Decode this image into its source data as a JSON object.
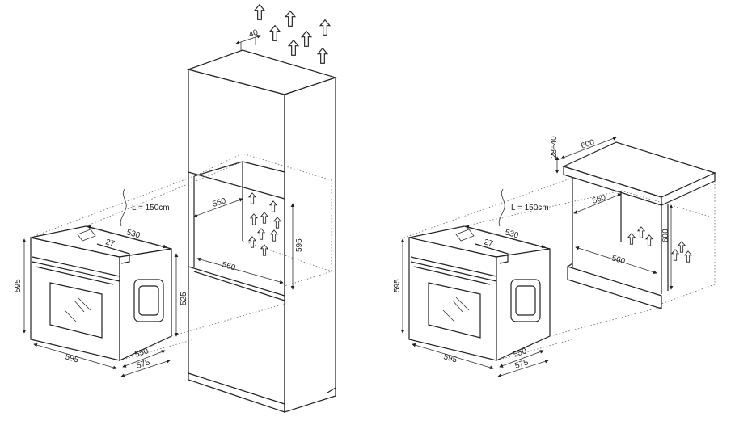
{
  "left_installation": {
    "oven": {
      "height": "595",
      "width": "595",
      "depth_550": "550",
      "depth_575": "575",
      "top_depth": "530",
      "panel": "27",
      "side_height": "525",
      "cable": "L = 150cm"
    },
    "cabinet": {
      "gap": "40",
      "niche_width_upper": "560",
      "niche_width_lower": "560",
      "niche_height": "595"
    }
  },
  "right_installation": {
    "oven": {
      "height": "595",
      "width": "595",
      "depth_550": "550",
      "depth_575": "575",
      "top_depth": "530",
      "panel": "27",
      "cable": "L = 150cm"
    },
    "counter": {
      "thickness": "28÷40",
      "depth": "600",
      "niche_width_upper": "560",
      "niche_width_lower": "560",
      "niche_height": "600"
    }
  },
  "icons": [
    "airflow-arrow-icon",
    "power-cable-icon",
    "dimension-arrow-icon"
  ]
}
